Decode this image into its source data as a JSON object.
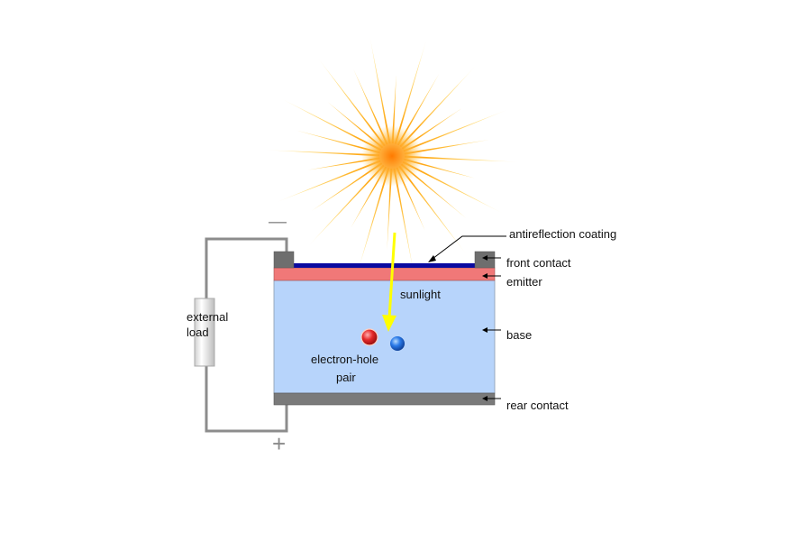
{
  "labels": {
    "antireflection": "antireflection coating",
    "front_contact": "front contact",
    "emitter": "emitter",
    "base": "base",
    "rear_contact": "rear contact",
    "sunlight": "sunlight",
    "pair_line1": "electron-hole",
    "pair_line2": "pair",
    "load_line1": "external",
    "load_line2": "load",
    "minus": "—",
    "plus": "+"
  },
  "colors": {
    "base": "#b7d4fb",
    "emitter": "#f07878",
    "coating": "#0a0aa0",
    "contact": "#6e6e6e",
    "wire": "#8c8c8c",
    "sunlight_arrow": "#ffff00",
    "electron": "#e02020",
    "hole": "#1e6fe0",
    "sun_core": "#ff9a00",
    "sun_ray": "#ffd54a"
  },
  "icons": {
    "sun": "sun-icon",
    "electron": "electron-icon",
    "hole": "hole-icon",
    "load": "resistor-icon"
  }
}
